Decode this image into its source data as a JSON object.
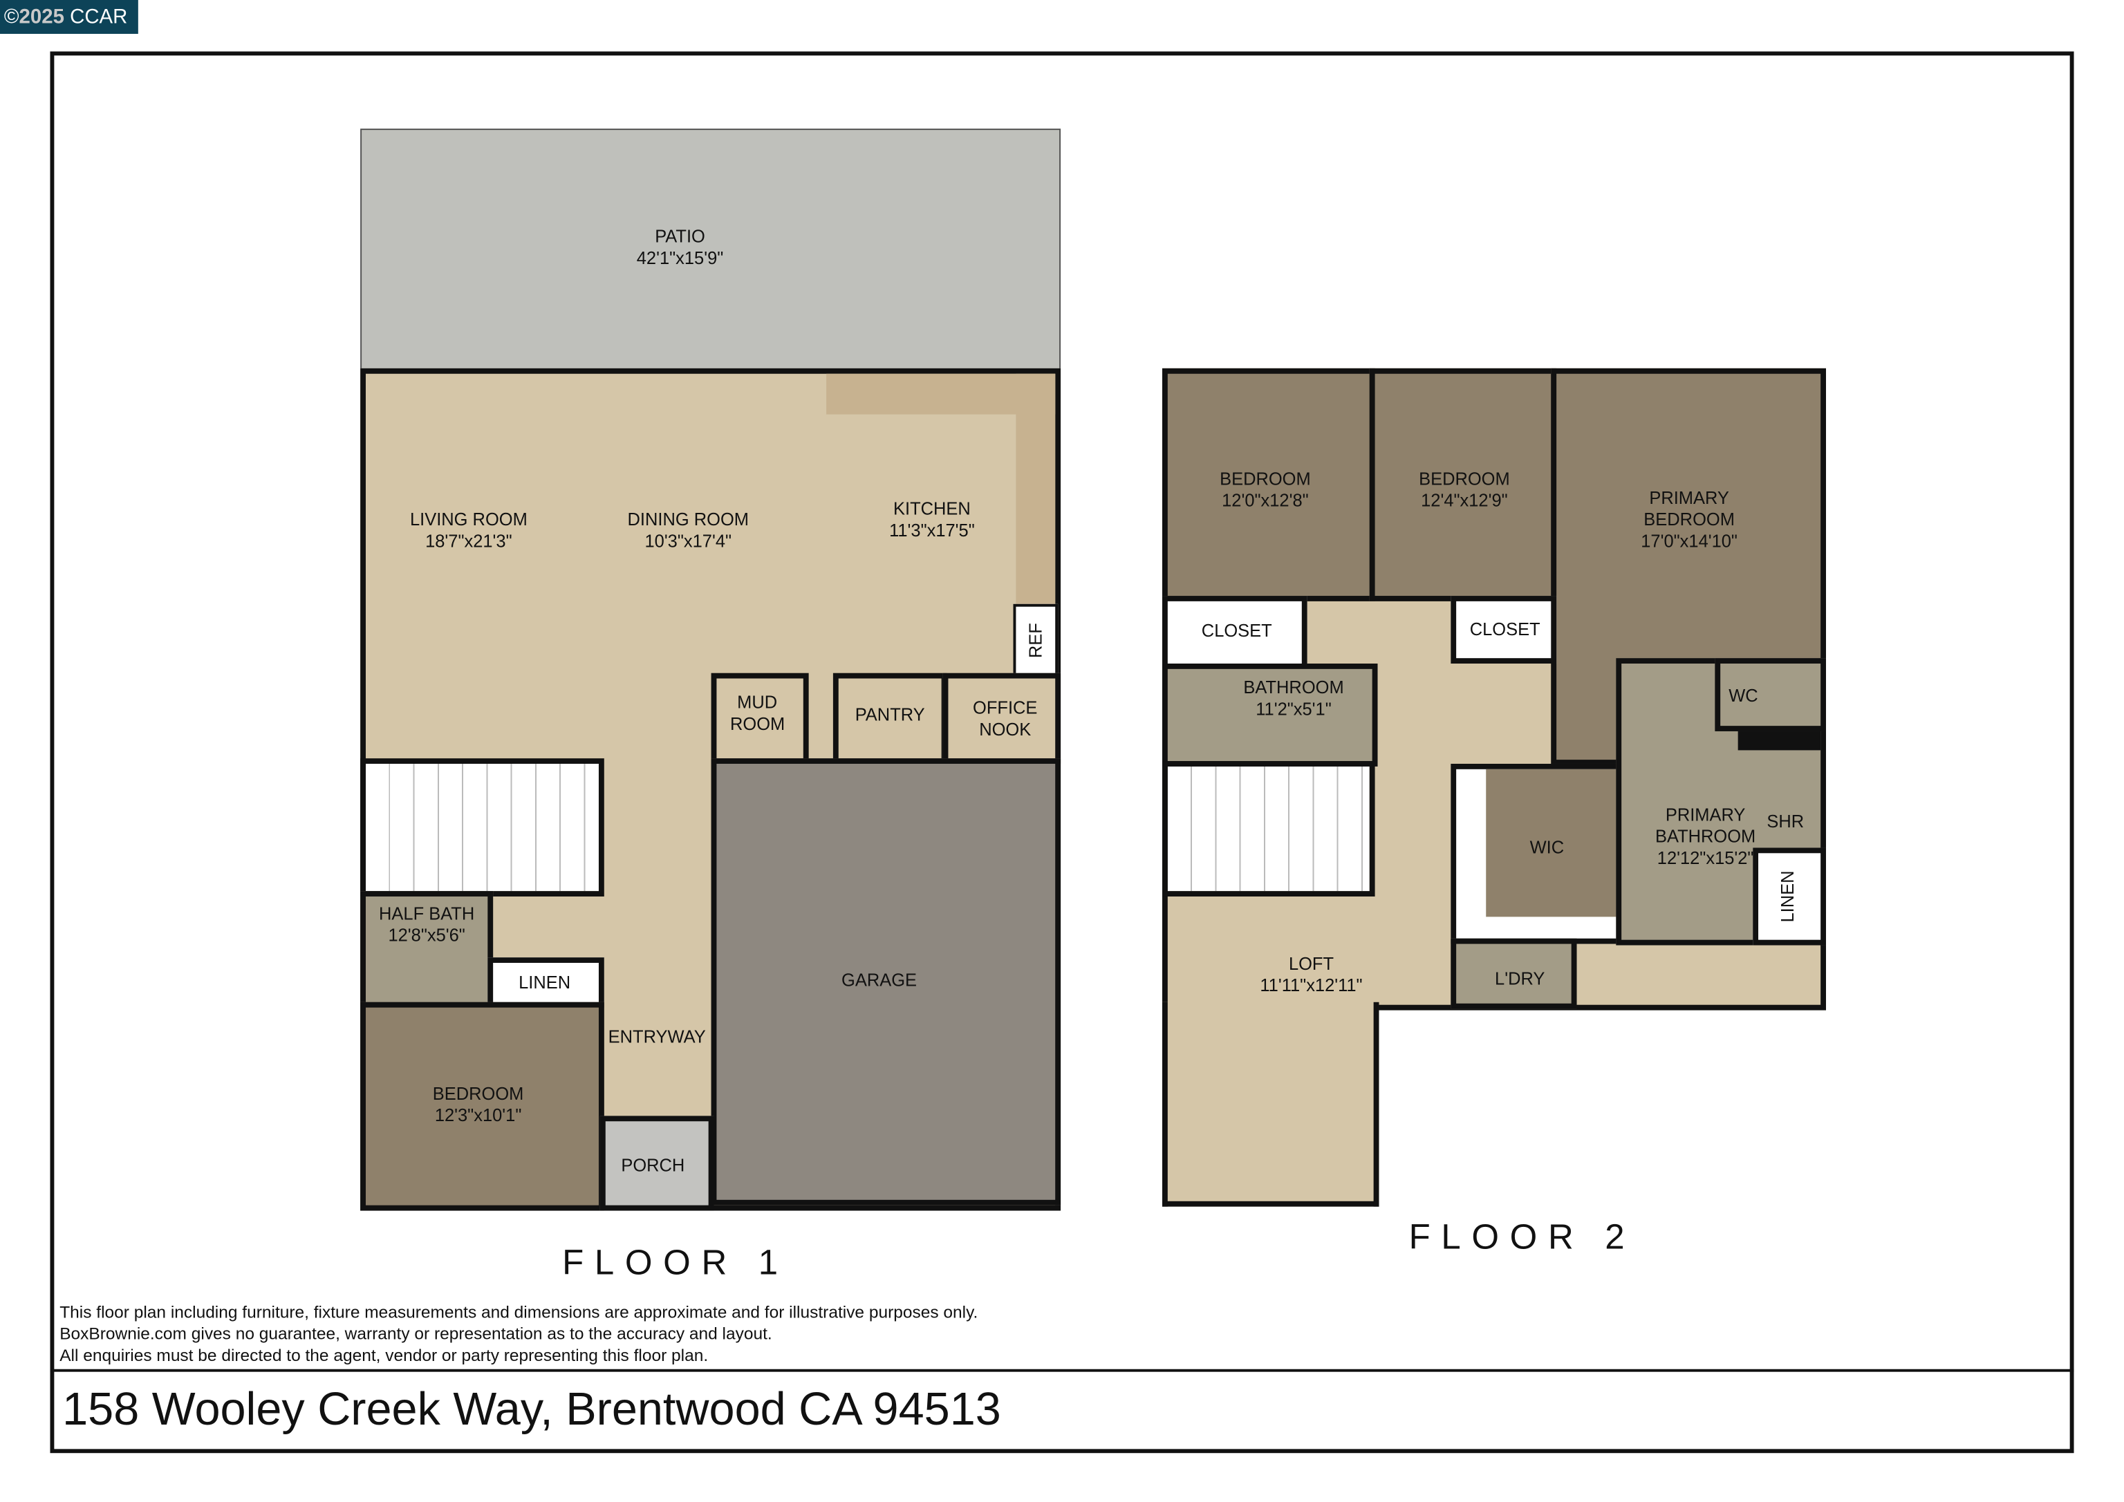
{
  "badge": {
    "symbol": "©",
    "year": "2025",
    "org": "CCAR"
  },
  "floor1": {
    "title": "FLOOR 1",
    "rooms": [
      {
        "name": "PATIO",
        "dims": "42'1\"x15'9\""
      },
      {
        "name": "LIVING ROOM",
        "dims": "18'7\"x21'3\""
      },
      {
        "name": "DINING ROOM",
        "dims": "10'3\"x17'4\""
      },
      {
        "name": "KITCHEN",
        "dims": "11'3\"x17'5\""
      },
      {
        "name": "REF"
      },
      {
        "name": "MUD ROOM"
      },
      {
        "name": "PANTRY"
      },
      {
        "name": "OFFICE NOOK"
      },
      {
        "name": "GARAGE"
      },
      {
        "name": "HALF BATH",
        "dims": "12'8\"x5'6\""
      },
      {
        "name": "LINEN"
      },
      {
        "name": "ENTRYWAY"
      },
      {
        "name": "BEDROOM",
        "dims": "12'3\"x10'1\""
      },
      {
        "name": "PORCH"
      }
    ]
  },
  "floor2": {
    "title": "FLOOR 2",
    "rooms": [
      {
        "name": "BEDROOM",
        "dims": "12'0\"x12'8\""
      },
      {
        "name": "BEDROOM",
        "dims": "12'4\"x12'9\""
      },
      {
        "name": "PRIMARY BEDROOM",
        "dims": "17'0\"x14'10\""
      },
      {
        "name": "CLOSET"
      },
      {
        "name": "CLOSET"
      },
      {
        "name": "BATHROOM",
        "dims": "11'2\"x5'1\""
      },
      {
        "name": "WC"
      },
      {
        "name": "WIC"
      },
      {
        "name": "PRIMARY BATHROOM",
        "dims": "12'12\"x15'2\""
      },
      {
        "name": "SHR"
      },
      {
        "name": "LINEN"
      },
      {
        "name": "LOFT",
        "dims": "11'11\"x12'11\""
      },
      {
        "name": "L'DRY"
      }
    ]
  },
  "disclaimer": [
    "This floor plan including furniture, fixture measurements and dimensions are approximate and for illustrative purposes only.",
    "BoxBrownie.com gives no guarantee, warranty or representation as to the accuracy and layout.",
    "All enquiries must be directed to the agent, vendor or party representing this floor plan."
  ],
  "address": "158 Wooley Creek Way, Brentwood CA 94513",
  "colors": {
    "badge": "#0d4358",
    "living": "#d5c6a8",
    "bedroom": "#8f816b",
    "bath": "#a39c87",
    "garage": "#8e8880",
    "patio": "#bfc0bb"
  }
}
